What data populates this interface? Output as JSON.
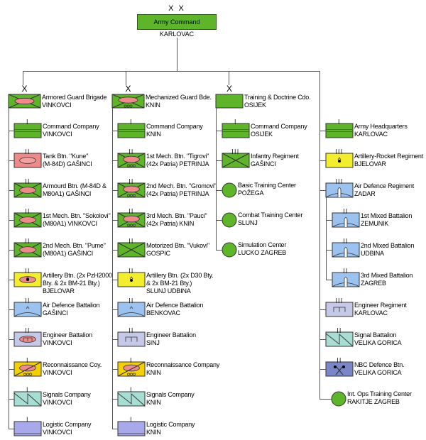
{
  "root": {
    "echelon": "X X",
    "name": "Army Command",
    "location": "KARLOVAC"
  },
  "columns": [
    {
      "head": {
        "echelon": "X",
        "symbol": "armoured",
        "lines": [
          "Armored Guard Brigade",
          "VINKOVCI"
        ]
      },
      "units": [
        {
          "echelon": "I",
          "symbol": "hq",
          "lines": [
            "Command Company",
            "VINKOVCI"
          ]
        },
        {
          "echelon": "II",
          "symbol": "tank",
          "lines": [
            "Tank Btn. \"Kune\"",
            "(M-84D) GAŠINCI"
          ]
        },
        {
          "echelon": "II",
          "symbol": "armoured",
          "lines": [
            "Armourd Btn. (M-84D &",
            "M80A1) GAŠINCI"
          ]
        },
        {
          "echelon": "II",
          "symbol": "armoured",
          "lines": [
            "1st Mech. Btn. \"Sokolovi\"",
            "(M80A1) VINKOVCI"
          ]
        },
        {
          "echelon": "II",
          "symbol": "armoured",
          "lines": [
            "2nd Mech. Btn. \"Pume\"",
            "(M80A1) GAŠINCI"
          ]
        },
        {
          "echelon": "II",
          "symbol": "artillery-sp",
          "lines": [
            "Artillery Btn. (2x PzH2000",
            "Bty. & 2x BM-21 Bty.)",
            "BJELOVAR"
          ]
        },
        {
          "echelon": "II",
          "symbol": "air-defence",
          "lines": [
            "Air Defence Battalion",
            "GAŠINCI"
          ]
        },
        {
          "echelon": "II",
          "symbol": "engineer-armoured",
          "lines": [
            "Engineer Battalion",
            "VINKOVCI"
          ]
        },
        {
          "echelon": "I",
          "symbol": "reconnaissance",
          "lines": [
            "Reconnaissance Coy.",
            "VINKOVCI"
          ]
        },
        {
          "echelon": "I",
          "symbol": "signals",
          "lines": [
            "Signals Company",
            "VINKOVCI"
          ]
        },
        {
          "echelon": "I",
          "symbol": "logistic",
          "lines": [
            "Logistic Company",
            "VINKOVCI"
          ]
        }
      ]
    },
    {
      "head": {
        "echelon": "X",
        "symbol": "mechanized",
        "lines": [
          "Mechanized Guard Bde.",
          "KNIN"
        ]
      },
      "units": [
        {
          "echelon": "I",
          "symbol": "hq",
          "lines": [
            "Command Company",
            "KNIN"
          ]
        },
        {
          "echelon": "II",
          "symbol": "mechanized",
          "lines": [
            "1st Mech. Btn. \"Tigrovi\"",
            "(42x Patria) PETRINJA"
          ]
        },
        {
          "echelon": "II",
          "symbol": "mechanized",
          "lines": [
            "2nd Mech. Btn. \"Gromovi\"",
            "(42x Patria) PETRINJA"
          ]
        },
        {
          "echelon": "II",
          "symbol": "mechanized",
          "lines": [
            "3rd Mech. Btn. \"Pauci\"",
            "(42x Patria) KNIN"
          ]
        },
        {
          "echelon": "II",
          "symbol": "infantry",
          "lines": [
            "Motorized Btn. \"Vukovi\"",
            "GOSPIC"
          ]
        },
        {
          "echelon": "II",
          "symbol": "artillery",
          "lines": [
            "Artillery Btn. (2x D30 Bty.",
            "& 2x BM-21 Bty.)",
            "SLUNJ UDBINA"
          ]
        },
        {
          "echelon": "II",
          "symbol": "air-defence",
          "lines": [
            "Air Defence Battalion",
            "BENKOVAC"
          ]
        },
        {
          "echelon": "II",
          "symbol": "engineer",
          "lines": [
            "Engineer Battalion",
            "SINJ"
          ]
        },
        {
          "echelon": "I",
          "symbol": "reconnaissance",
          "lines": [
            "Reconnaissance Company",
            "KNIN"
          ]
        },
        {
          "echelon": "I",
          "symbol": "signals",
          "lines": [
            "Signals Company",
            "KNIN"
          ]
        },
        {
          "echelon": "I",
          "symbol": "logistic",
          "lines": [
            "Logistic Company",
            "KNIN"
          ]
        }
      ]
    },
    {
      "head": {
        "echelon": "X",
        "symbol": "hq-plain",
        "lines": [
          "Training & Doctrine Cdo.",
          "OSIJEK"
        ]
      },
      "units": [
        {
          "echelon": "I",
          "symbol": "hq",
          "lines": [
            "Command Company",
            "OSIJEK"
          ]
        },
        {
          "echelon": "III",
          "symbol": "infantry",
          "lines": [
            "Infantry Regiment",
            "GAŠINCI"
          ]
        },
        {
          "echelon": "",
          "symbol": "training-center",
          "lines": [
            "Basic Training Center",
            "POŽEGA"
          ]
        },
        {
          "echelon": "",
          "symbol": "training-center",
          "lines": [
            "Combat Training Center",
            "SLUNJ"
          ]
        },
        {
          "echelon": "",
          "symbol": "training-center",
          "lines": [
            "Simulation Center",
            "LUCKO ZAGREB"
          ]
        }
      ]
    },
    {
      "head": null,
      "units": [
        {
          "echelon": "I",
          "symbol": "hq",
          "lines": [
            "Army Headquarters",
            "KARLOVAC"
          ]
        },
        {
          "echelon": "III",
          "symbol": "artillery",
          "lines": [
            "Artillery-Rocket Regiment",
            "BJELOVAR"
          ]
        },
        {
          "echelon": "III",
          "symbol": "air-defence-missile",
          "lines": [
            "Air Defence Regiment",
            "ZADAR"
          ],
          "subunits": [
            {
              "echelon": "II",
              "symbol": "air-defence-missile",
              "lines": [
                "1st Mixed Battalion",
                "ZEMUNIK"
              ]
            },
            {
              "echelon": "II",
              "symbol": "air-defence-missile",
              "lines": [
                "2nd Mixed Battalion",
                "UDBINA"
              ]
            },
            {
              "echelon": "II",
              "symbol": "air-defence-missile",
              "lines": [
                "3rd Mixed Battalion",
                "ZAGREB"
              ]
            }
          ]
        },
        {
          "echelon": "III",
          "symbol": "engineer",
          "lines": [
            "Engineer Regiment",
            "KARLOVAC"
          ]
        },
        {
          "echelon": "II",
          "symbol": "signals",
          "lines": [
            "Signal Battalion",
            "VELIKA GORICA"
          ]
        },
        {
          "echelon": "II",
          "symbol": "nbc",
          "lines": [
            "NBC Defence Btn.",
            "VELIKA GORICA"
          ]
        },
        {
          "echelon": "",
          "symbol": "training-center",
          "lines": [
            "Int. Ops Training Center",
            "RAKITJE ZAGREB"
          ]
        }
      ]
    }
  ],
  "colors": {
    "green": "#5fb52a",
    "pink": "#ee8a8a",
    "yellow": "#f2ee2e",
    "recon_yellow": "#f5d000",
    "blue": "#9cc3ef",
    "lavender": "#c5c8e6",
    "teal": "#a8ddd3",
    "purple": "#a8a8ea",
    "nbc": "#7a86c8"
  }
}
